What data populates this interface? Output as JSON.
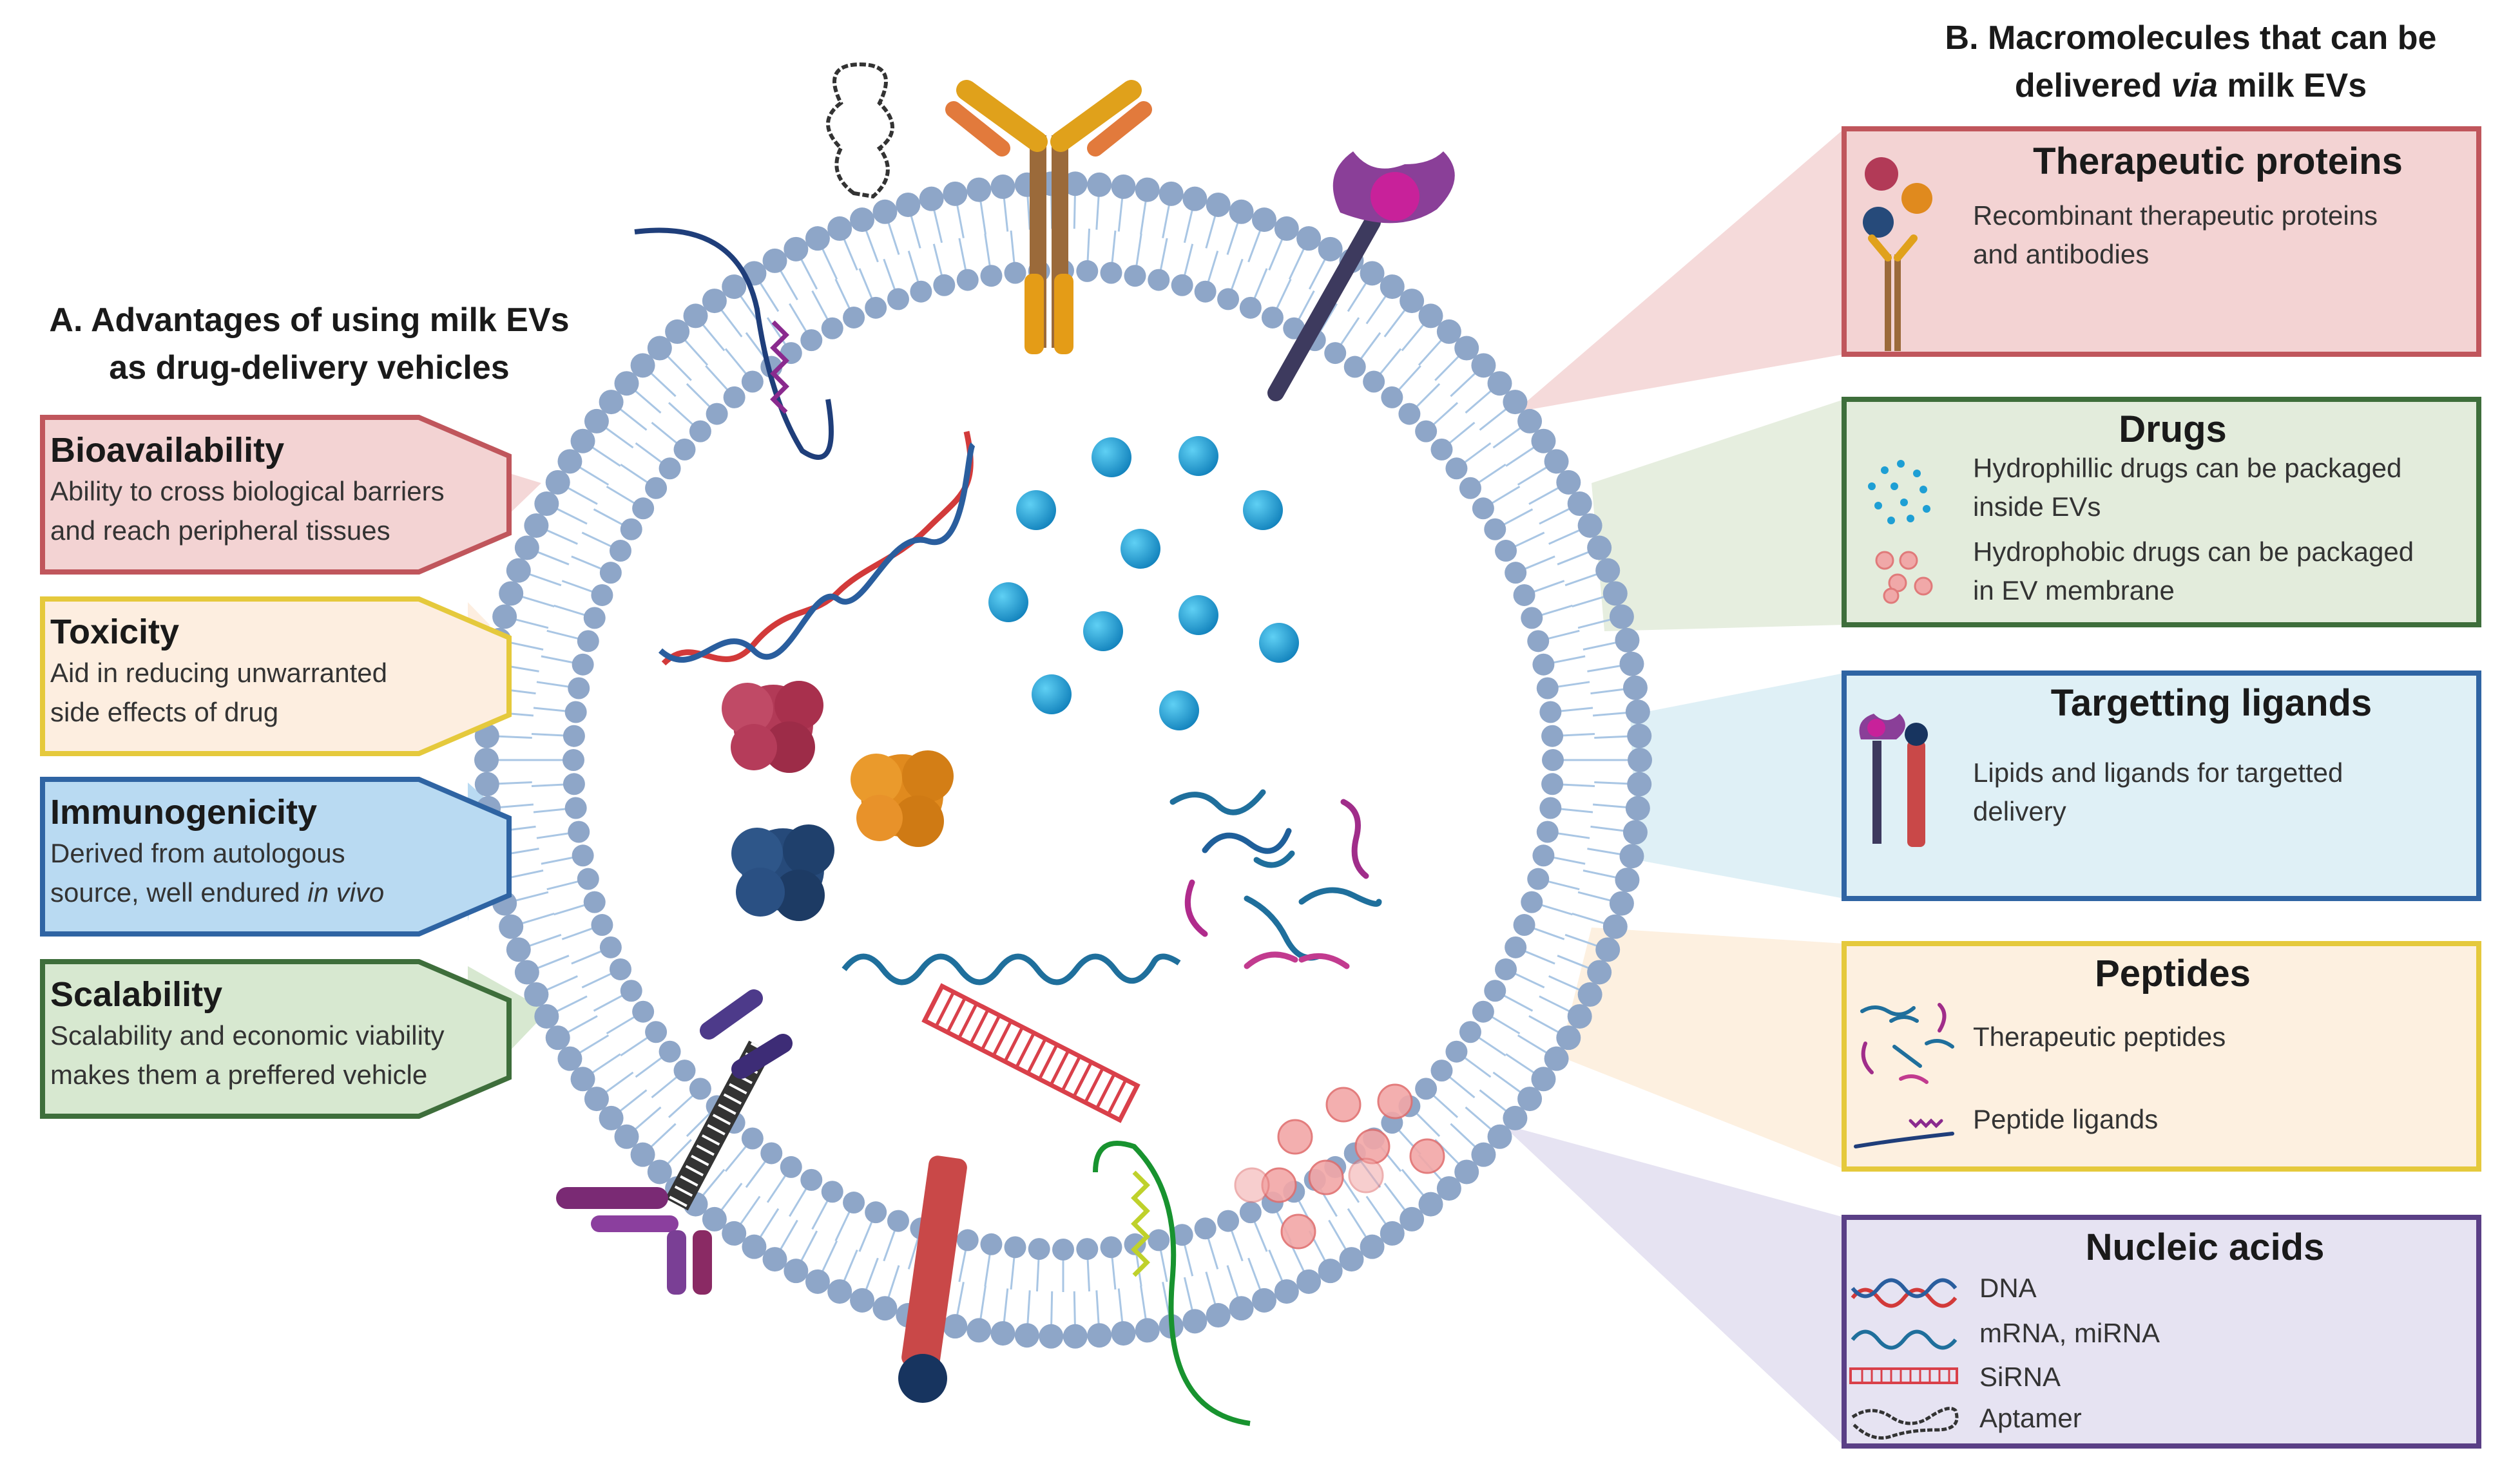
{
  "title_a": {
    "line1": "A. Advantages of using milk EVs",
    "line2": "as drug-delivery vehicles"
  },
  "title_b": {
    "line1": "B. Macromolecules that can be",
    "line2_pre": "delivered ",
    "line2_italic": "via",
    "line2_post": " milk EVs"
  },
  "advantages": [
    {
      "title": "Bioavailability",
      "line1": "Ability to cross biological barriers",
      "line2": "and reach peripheral tissues",
      "fill": "#f3d3d3",
      "stroke": "#c0565c"
    },
    {
      "title": "Toxicity",
      "line1": "Aid in reducing unwarranted",
      "line2": "side effects of drug",
      "fill": "#fdeee0",
      "stroke": "#e5c93c"
    },
    {
      "title": "Immunogenicity",
      "line1": "Derived from autologous",
      "line2_pre": "source, well endured ",
      "line2_italic": "in vivo",
      "fill": "#b9daf2",
      "stroke": "#2f64a3"
    },
    {
      "title": "Scalability",
      "line1": "Scalability and economic viability",
      "line2": "makes them a preffered vehicle",
      "fill": "#d7e8d0",
      "stroke": "#3e6e3b"
    }
  ],
  "macromolecules": {
    "proteins": {
      "title": "Therapeutic proteins",
      "line1": "Recombinant therapeutic proteins",
      "line2": "and antibodies",
      "fill": "#f3d3d3",
      "stroke": "#c0565c"
    },
    "drugs": {
      "title": "Drugs",
      "hydrophilic1": "Hydrophillic drugs can be packaged",
      "hydrophilic2": "inside EVs",
      "hydrophobic1": "Hydrophobic drugs can be packaged",
      "hydrophobic2": "in EV membrane",
      "fill": "#e3ecdc",
      "stroke": "#3e6e3b"
    },
    "ligands": {
      "title": "Targetting ligands",
      "line1": "Lipids and ligands for targetted",
      "line2": "delivery",
      "fill": "#dff0f6",
      "stroke": "#2f64a3"
    },
    "peptides": {
      "title": "Peptides",
      "therapeutic": "Therapeutic peptides",
      "ligands": "Peptide ligands",
      "fill": "#fdf0e0",
      "stroke": "#e5c93c"
    },
    "nucleic": {
      "title": "Nucleic acids",
      "dna": "DNA",
      "mrna": "mRNA, miRNA",
      "sirna": "SiRNA",
      "aptamer": "Aptamer",
      "fill": "#e6e3f2",
      "stroke": "#5a3f86"
    }
  },
  "colors": {
    "lipid_head": "#8ea6c8",
    "lipid_tail": "#a9c6e4",
    "cargo_drug": "#1e9fd4",
    "protein_red": "#b23a57",
    "protein_orange": "#e08a1e",
    "protein_navy": "#264a7a"
  }
}
